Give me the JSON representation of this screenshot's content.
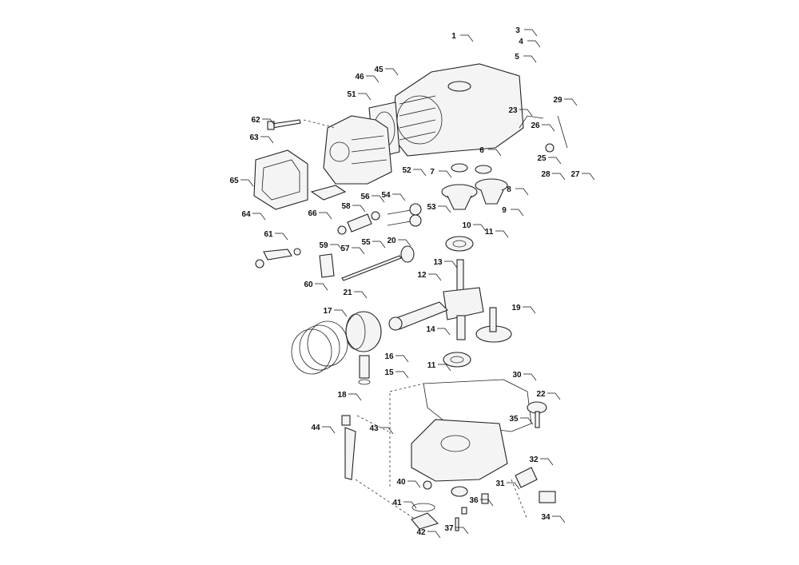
{
  "diagram": {
    "type": "exploded parts diagram",
    "part_labels": [
      "1",
      "3",
      "4",
      "5",
      "45",
      "46",
      "51",
      "62",
      "23",
      "29",
      "26",
      "25",
      "28",
      "27",
      "63",
      "6",
      "7",
      "8",
      "9",
      "52",
      "65",
      "64",
      "66",
      "56",
      "54",
      "58",
      "53",
      "10",
      "11",
      "59",
      "57",
      "55",
      "20",
      "61",
      "13",
      "12",
      "60",
      "21",
      "17",
      "19",
      "14",
      "16",
      "11",
      "15",
      "30",
      "18",
      "22",
      "35",
      "44",
      "43",
      "32",
      "40",
      "31",
      "41",
      "36",
      "34",
      "37",
      "42"
    ]
  }
}
